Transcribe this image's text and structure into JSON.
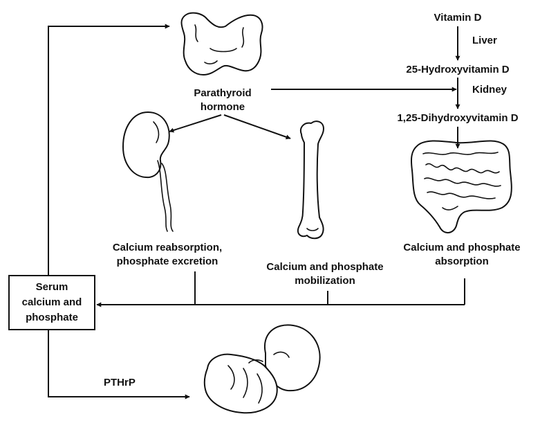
{
  "labels": {
    "vitamin_d": "Vitamin D",
    "liver": "Liver",
    "hydroxy_25": "25-Hydroxyvitamin D",
    "kidney": "Kidney",
    "dihydroxy_125": "1,25-Dihydroxyvitamin D",
    "pth_line1": "Parathyroid",
    "pth_line2": "hormone",
    "kidney_effect_line1": "Calcium reabsorption,",
    "kidney_effect_line2": "phosphate excretion",
    "bone_effect_line1": "Calcium and phosphate",
    "bone_effect_line2": "mobilization",
    "gut_effect_line1": "Calcium and phosphate",
    "gut_effect_line2": "absorption",
    "serum_line1": "Serum",
    "serum_line2": "calcium and",
    "serum_line3": "phosphate",
    "pthrp": "PTHrP"
  },
  "illustrations": [
    "parathyroid-gland",
    "kidney",
    "bone",
    "intestine",
    "fetus"
  ],
  "colors": {
    "ink": "#111111",
    "background": "#ffffff"
  }
}
